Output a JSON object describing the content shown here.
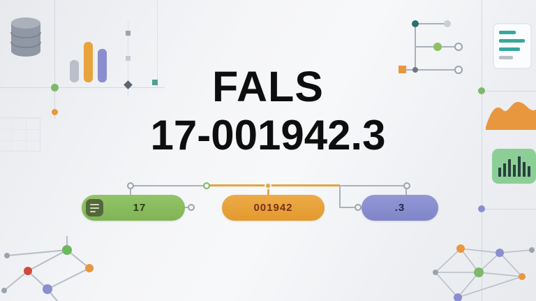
{
  "title": {
    "line1": "FALS",
    "line2": "17-001942.3"
  },
  "pills": [
    {
      "label": "17",
      "color": "#8abf5e",
      "text_color": "#2c3a1a",
      "icon": "document-badge-icon"
    },
    {
      "label": "001942",
      "color": "#e9a23b",
      "text_color": "#78301a"
    },
    {
      "label": ".3",
      "color": "#8a8ecf",
      "text_color": "#21264d"
    }
  ],
  "colors": {
    "background": "#f1f2f5",
    "headline_text": "#0e0e0e",
    "accent_green": "#7cb96a",
    "accent_orange": "#e8973f",
    "accent_purple": "#8a8ecf",
    "accent_red": "#d04a3a",
    "accent_teal": "#35a79f",
    "connector_gray": "#a9b1bb",
    "connector_orange": "#e8a33c"
  },
  "decorations": [
    "database-icon",
    "bar-chart-icon",
    "commit-graph-icon",
    "document-icon",
    "area-wave-icon",
    "equalizer-panel-icon",
    "network-graph-icon",
    "mesh-graph-icon"
  ]
}
